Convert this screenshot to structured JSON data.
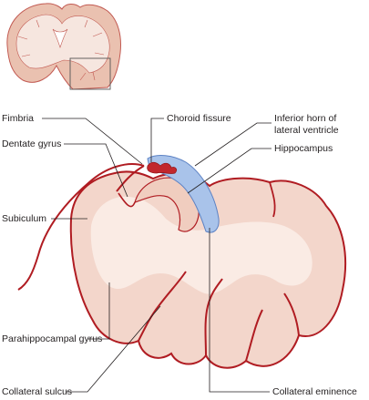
{
  "colors": {
    "tissue": "#f3d6cb",
    "tissue_light": "#faebe4",
    "outline": "#b01c22",
    "ventricle": "#a9c3ea",
    "ventricle_edge": "#5c82c4",
    "thumb_white_matter": "#f6e6df",
    "thumb_grey_matter": "#eac1b0",
    "thumb_outline": "#c25a52",
    "leader": "#231f20",
    "label_text": "#231f20"
  },
  "labels": {
    "fimbria": "Fimbria",
    "dentate_gyrus": "Dentate gyrus",
    "subiculum": "Subiculum",
    "parahippocampal_gyrus": "Parahippocampal gyrus",
    "collateral_sulcus": "Collateral sulcus",
    "choroid_fissure": "Choroid fissure",
    "inferior_horn_line1": "Inferior horn of",
    "inferior_horn_line2": "lateral ventricle",
    "hippocampus": "Hippocampus",
    "collateral_eminence": "Collateral eminence"
  }
}
